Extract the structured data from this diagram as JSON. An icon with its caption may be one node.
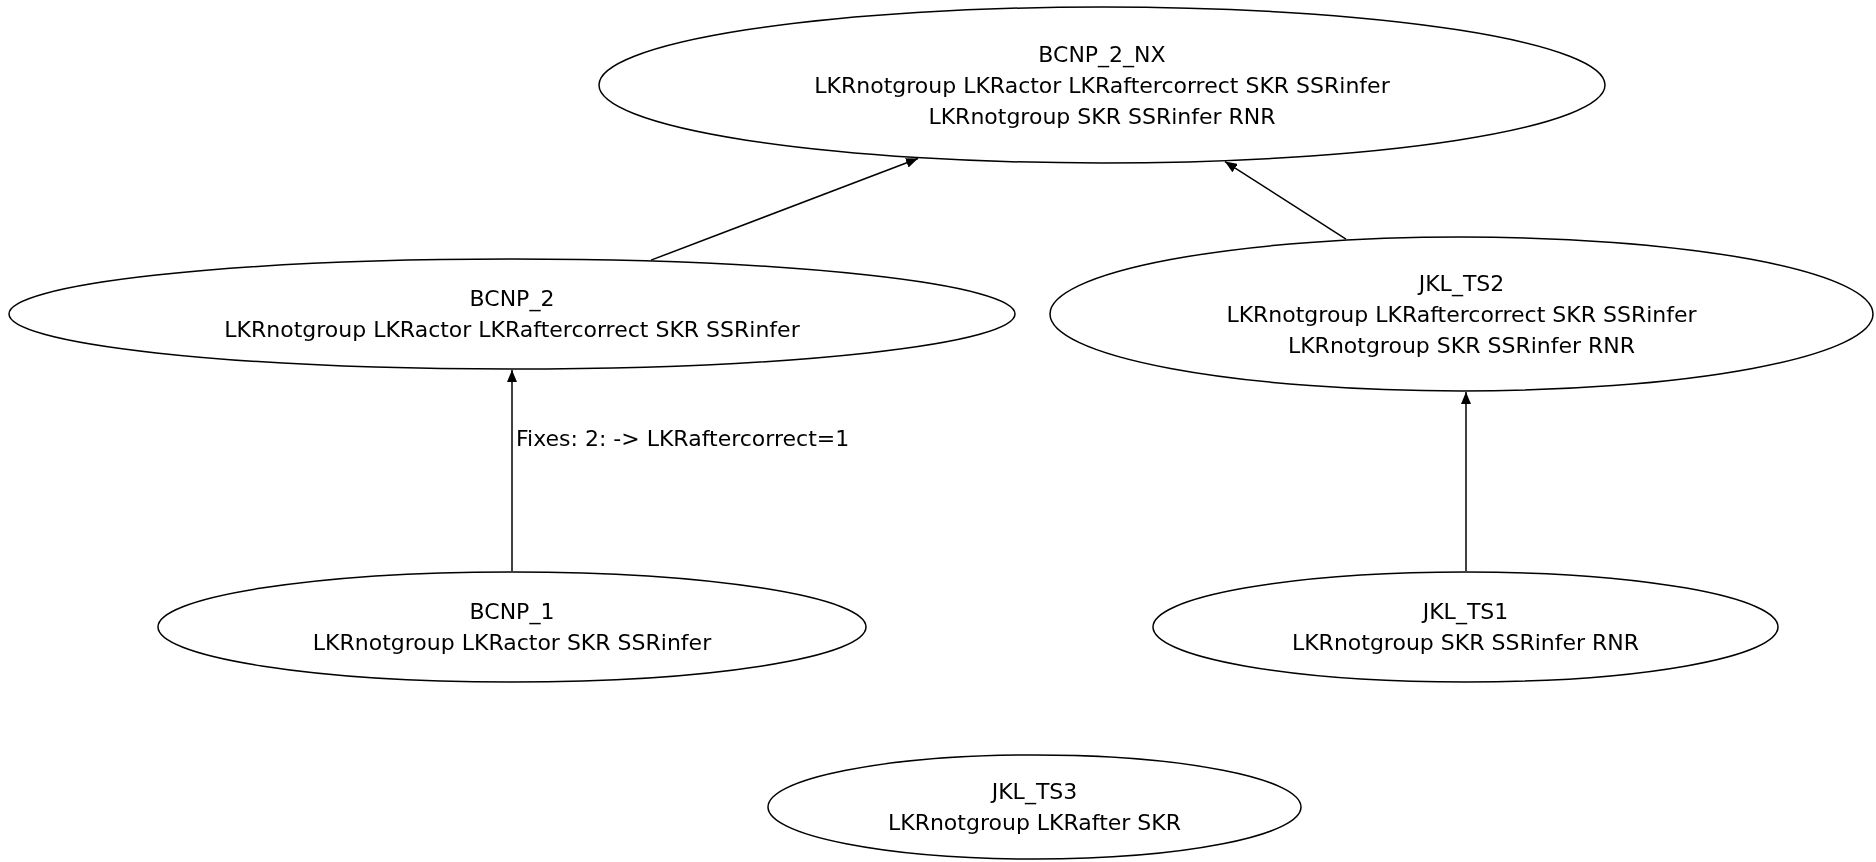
{
  "diagram": {
    "nodes": [
      {
        "text": [
          "BCNP_2_NX",
          "LKRnotgroup LKRactor LKRaftercorrect SKR SSRinfer",
          "LKRnotgroup SKR SSRinfer RNR"
        ]
      },
      {
        "text": [
          "BCNP_2",
          "LKRnotgroup LKRactor LKRaftercorrect SKR SSRinfer"
        ]
      },
      {
        "text": [
          "JKL_TS2",
          "LKRnotgroup LKRaftercorrect SKR SSRinfer",
          "LKRnotgroup SKR SSRinfer RNR"
        ]
      },
      {
        "text": [
          "BCNP_1",
          "LKRnotgroup LKRactor SKR SSRinfer"
        ]
      },
      {
        "text": [
          "JKL_TS1",
          "LKRnotgroup SKR SSRinfer RNR"
        ]
      },
      {
        "text": [
          "JKL_TS3",
          "LKRnotgroup LKRafter SKR"
        ]
      }
    ],
    "edges": [
      {
        "from": 1,
        "to": 0,
        "arrow": "to"
      },
      {
        "from": 2,
        "to": 0,
        "arrow": "to"
      },
      {
        "from": 3,
        "to": 1,
        "arrow": "to",
        "label": "Fixes: 2: -> LKRaftercorrect=1"
      },
      {
        "from": 4,
        "to": 2,
        "arrow": "to"
      }
    ]
  }
}
